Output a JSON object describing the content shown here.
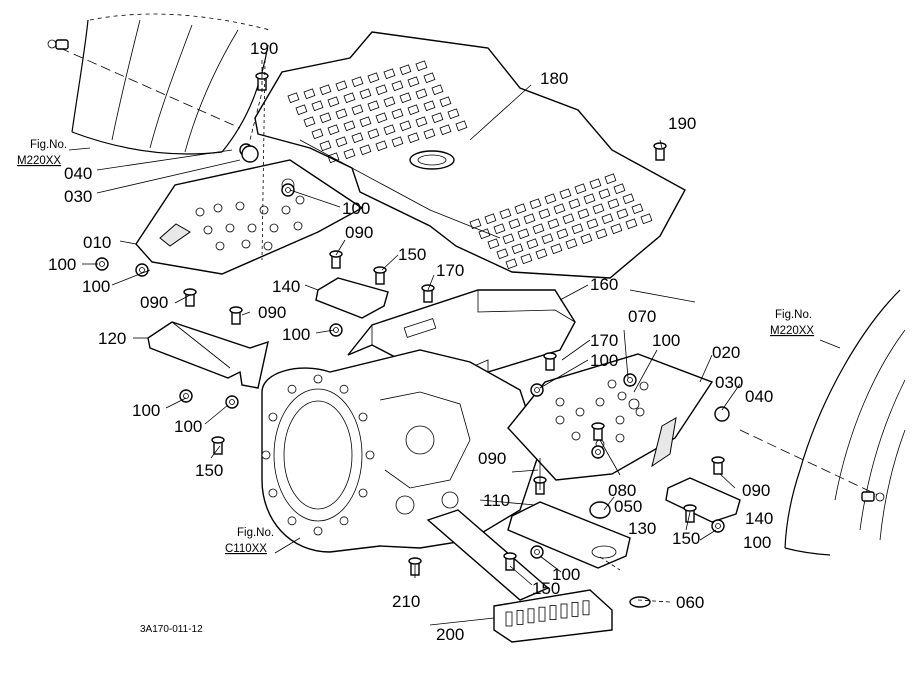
{
  "drawing_code": "3A170-011-12",
  "fig_refs": [
    {
      "title": "Fig.No.",
      "number": "M220XX"
    },
    {
      "title": "Fig.No.",
      "number": "C110XX"
    },
    {
      "title": "Fig.No.",
      "number": "M220XX"
    }
  ],
  "callouts": [
    "190",
    "180",
    "190",
    "040",
    "030",
    "100",
    "010",
    "090",
    "150",
    "100",
    "100",
    "140",
    "170",
    "160",
    "090",
    "090",
    "100",
    "120",
    "070",
    "100",
    "170",
    "100",
    "020",
    "030",
    "040",
    "100",
    "100",
    "150",
    "090",
    "090",
    "080",
    "110",
    "050",
    "130",
    "140",
    "150",
    "100",
    "C110XX",
    "210",
    "150",
    "100",
    "060",
    "200"
  ]
}
